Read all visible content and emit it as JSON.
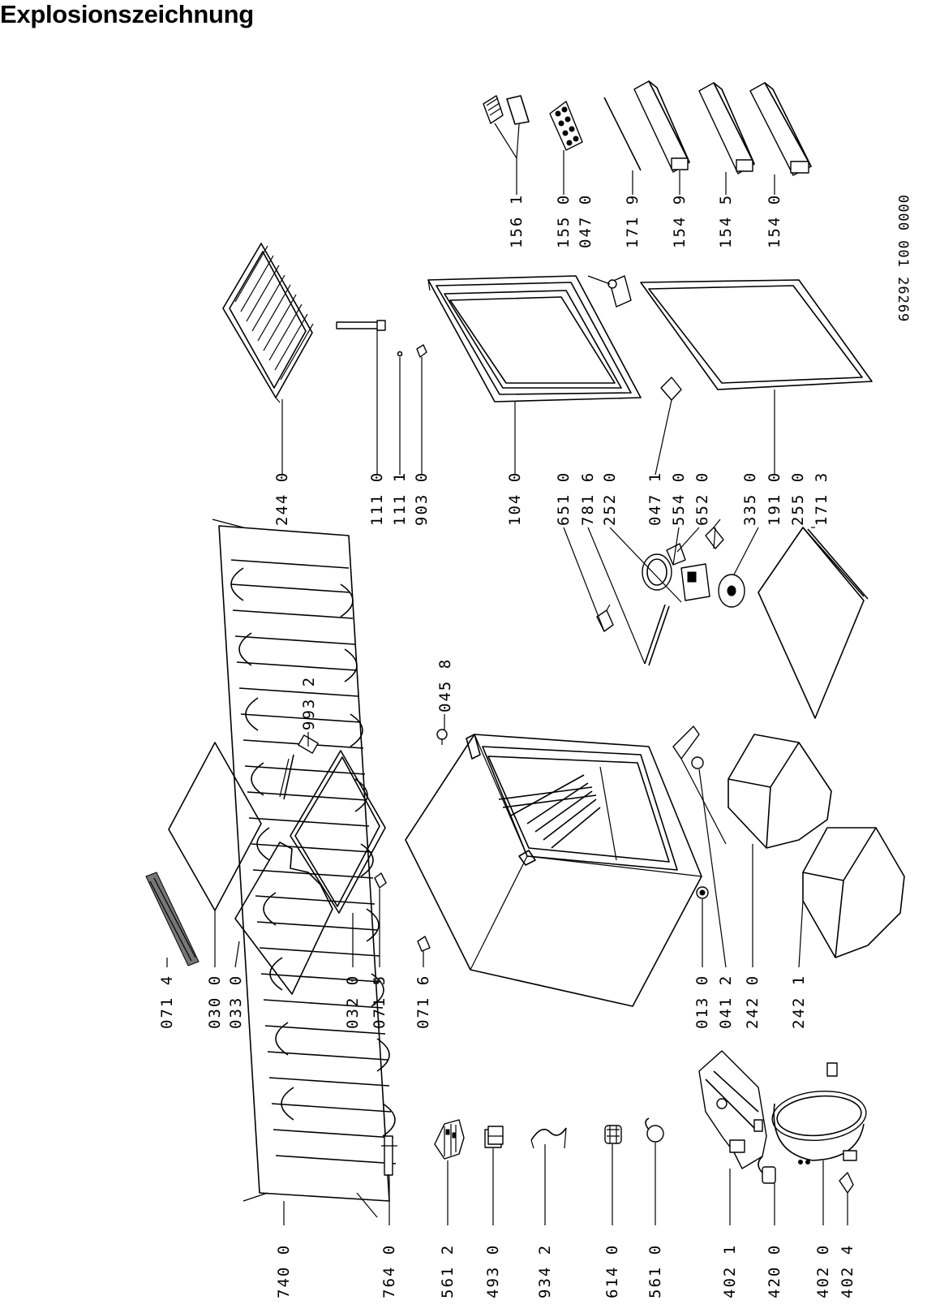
{
  "title": "Explosionszeichnung",
  "document_number": "0000 001 26269",
  "parts": [
    {
      "id": "p-740-0",
      "label": "740 0"
    },
    {
      "id": "p-764-0",
      "label": "764 0"
    },
    {
      "id": "p-561-2",
      "label": "561 2"
    },
    {
      "id": "p-493-0",
      "label": "493 0"
    },
    {
      "id": "p-934-2",
      "label": "934 2"
    },
    {
      "id": "p-614-0",
      "label": "614 0"
    },
    {
      "id": "p-561-0",
      "label": "561 0"
    },
    {
      "id": "p-402-1",
      "label": "402 1"
    },
    {
      "id": "p-420-0",
      "label": "420 0"
    },
    {
      "id": "p-402-0",
      "label": "402 0"
    },
    {
      "id": "p-402-4",
      "label": "402 4"
    },
    {
      "id": "p-071-4",
      "label": "071 4"
    },
    {
      "id": "p-030-0",
      "label": "030 0"
    },
    {
      "id": "p-033-0",
      "label": "033 0"
    },
    {
      "id": "p-032-0",
      "label": "032 0"
    },
    {
      "id": "p-071-5",
      "label": "071 5"
    },
    {
      "id": "p-071-6",
      "label": "071 6"
    },
    {
      "id": "p-013-0",
      "label": "013 0"
    },
    {
      "id": "p-041-2",
      "label": "041 2"
    },
    {
      "id": "p-242-0",
      "label": "242 0"
    },
    {
      "id": "p-242-1",
      "label": "242 1"
    },
    {
      "id": "p-993-2",
      "label": "993 2"
    },
    {
      "id": "p-045-8",
      "label": "045 8"
    },
    {
      "id": "p-651-0",
      "label": "651 0"
    },
    {
      "id": "p-781-6",
      "label": "781 6"
    },
    {
      "id": "p-252-0",
      "label": "252 0"
    },
    {
      "id": "p-047-1",
      "label": "047 1"
    },
    {
      "id": "p-554-0",
      "label": "554 0"
    },
    {
      "id": "p-652-0",
      "label": "652 0"
    },
    {
      "id": "p-335-0",
      "label": "335 0"
    },
    {
      "id": "p-191-0",
      "label": "191 0"
    },
    {
      "id": "p-255-0",
      "label": "255 0"
    },
    {
      "id": "p-171-3",
      "label": "171 3"
    },
    {
      "id": "p-244-0",
      "label": "244 0"
    },
    {
      "id": "p-111-0",
      "label": "111 0"
    },
    {
      "id": "p-111-1",
      "label": "111 1"
    },
    {
      "id": "p-903-0",
      "label": "903 0"
    },
    {
      "id": "p-104-0",
      "label": "104 0"
    },
    {
      "id": "p-156-1",
      "label": "156 1"
    },
    {
      "id": "p-155-0",
      "label": "155 0"
    },
    {
      "id": "p-047-0",
      "label": "047 0"
    },
    {
      "id": "p-171-9",
      "label": "171 9"
    },
    {
      "id": "p-154-9",
      "label": "154 9"
    },
    {
      "id": "p-154-5",
      "label": "154 5"
    },
    {
      "id": "p-154-0",
      "label": "154 0"
    }
  ]
}
